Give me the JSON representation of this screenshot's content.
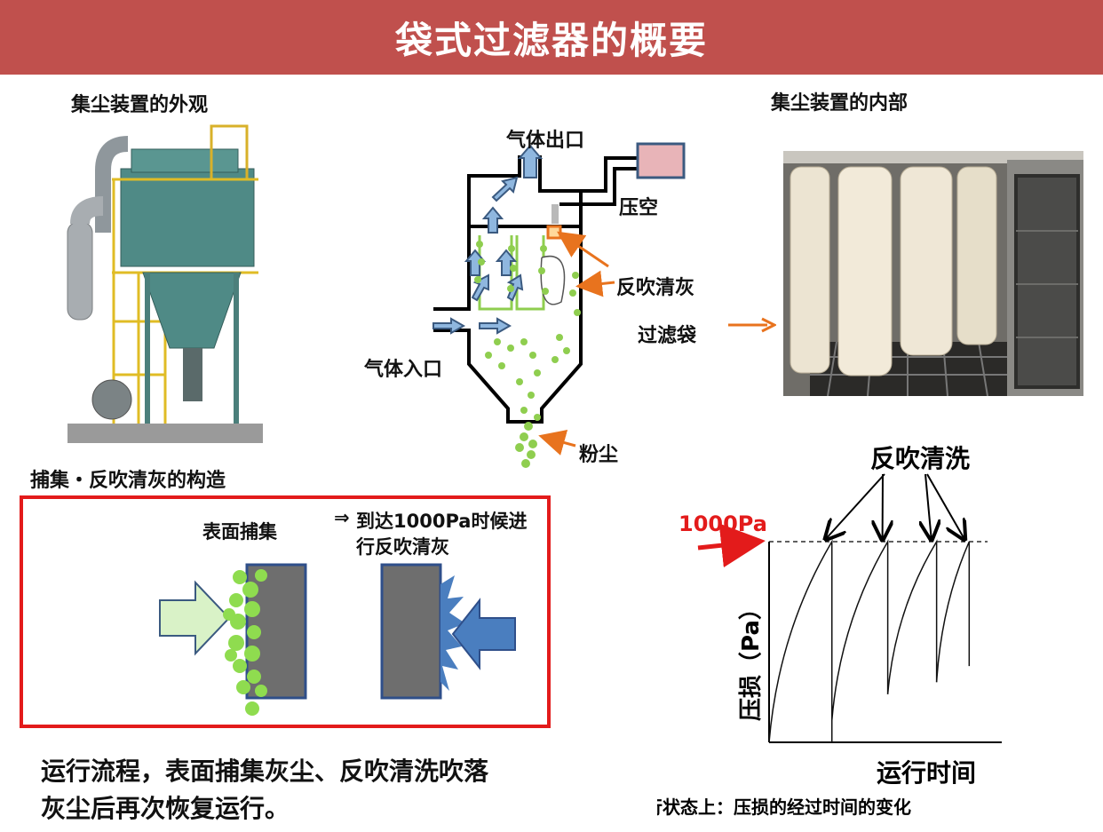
{
  "title": "袋式过滤器的概要",
  "photos": {
    "exterior_caption": "集尘装置的外观",
    "interior_caption": "集尘装置的内部"
  },
  "diagram": {
    "gas_outlet": "气体出口",
    "compressed_air": "压空",
    "reverse_blow": "反吹清灰",
    "filter_bag": "过滤袋",
    "gas_inlet": "气体入口",
    "dust": "粉尘"
  },
  "structure": {
    "caption": "捕集・反吹清灰的构造",
    "surface_capture": "表面捕集",
    "arrow_symbol": "⇒",
    "trigger_line1": "到达1000Pa时候进",
    "trigger_line2": "行反吹清灰"
  },
  "summary": {
    "line1": "运行流程，表面捕集灰尘、反吹清洗吹落",
    "line2": "灰尘后再次恢复运行。"
  },
  "chart_data": {
    "type": "line",
    "title": "反吹清洗",
    "threshold_label": "1000Pa",
    "xlabel": "运行时间",
    "ylabel": "压损（Pa）",
    "caption": "运行状态上：压损的经过时间的变化",
    "threshold": 1000,
    "ylim": [
      0,
      1000
    ],
    "grid": false,
    "colors": {
      "threshold_label": "#e31b1b",
      "line": "#111111"
    },
    "cycles": [
      {
        "start": 0.0,
        "end": 0.27,
        "start_value": 0,
        "end_value": 1000,
        "drop_to": 0
      },
      {
        "start": 0.27,
        "end": 0.51,
        "start_value": 110,
        "end_value": 1000,
        "drop_to": 240
      },
      {
        "start": 0.51,
        "end": 0.72,
        "start_value": 240,
        "end_value": 1000,
        "drop_to": 300
      },
      {
        "start": 0.72,
        "end": 0.86,
        "start_value": 300,
        "end_value": 1000,
        "drop_to": 380
      }
    ]
  }
}
